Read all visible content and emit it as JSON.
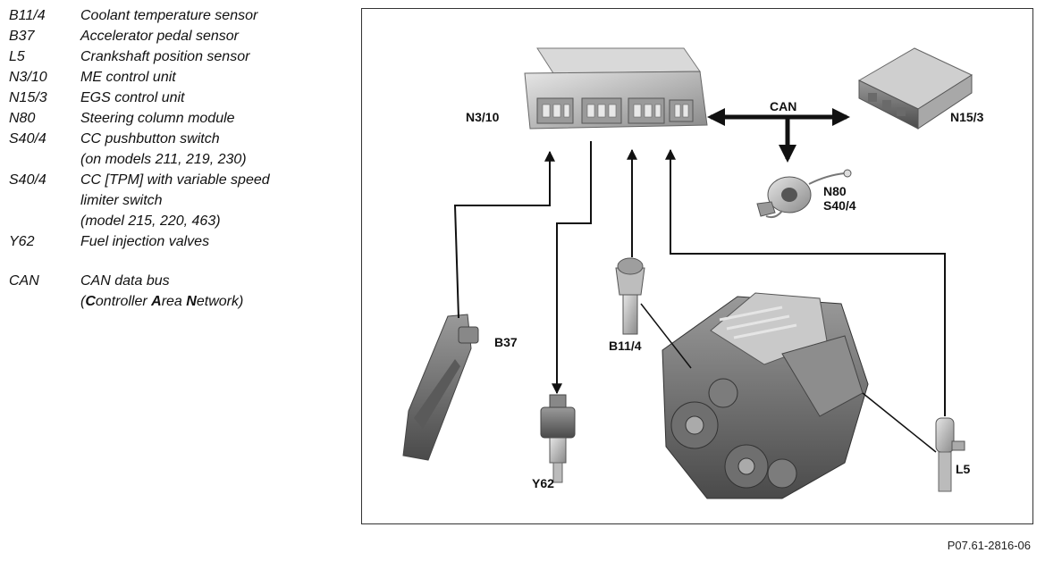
{
  "legend": [
    {
      "code": "B11/4",
      "lines": [
        "Coolant temperature sensor"
      ]
    },
    {
      "code": "B37",
      "lines": [
        "Accelerator pedal sensor"
      ]
    },
    {
      "code": "L5",
      "lines": [
        "Crankshaft position sensor"
      ]
    },
    {
      "code": "N3/10",
      "lines": [
        "ME control unit"
      ]
    },
    {
      "code": "N15/3",
      "lines": [
        "EGS control unit"
      ]
    },
    {
      "code": "N80",
      "lines": [
        "Steering column module"
      ]
    },
    {
      "code": "S40/4",
      "lines": [
        "CC pushbutton switch",
        "(on models 211, 219, 230)"
      ]
    },
    {
      "code": "S40/4",
      "lines": [
        "CC [TPM] with variable speed",
        "limiter switch",
        "(model 215, 220, 463)"
      ]
    },
    {
      "code": "Y62",
      "lines": [
        "Fuel injection valves"
      ]
    }
  ],
  "legend_can": {
    "code": "CAN",
    "line1": "CAN data bus",
    "line2_parts": [
      "(",
      "C",
      "ontroller ",
      "A",
      "rea ",
      "N",
      "etwork)"
    ]
  },
  "diagram_labels": {
    "n3_10": "N3/10",
    "can": "CAN",
    "n15_3": "N15/3",
    "n80": "N80",
    "s40_4": "S40/4",
    "b37": "B37",
    "b11_4": "B11/4",
    "y62": "Y62",
    "l5": "L5"
  },
  "figure_id": "P07.61-2816-06"
}
